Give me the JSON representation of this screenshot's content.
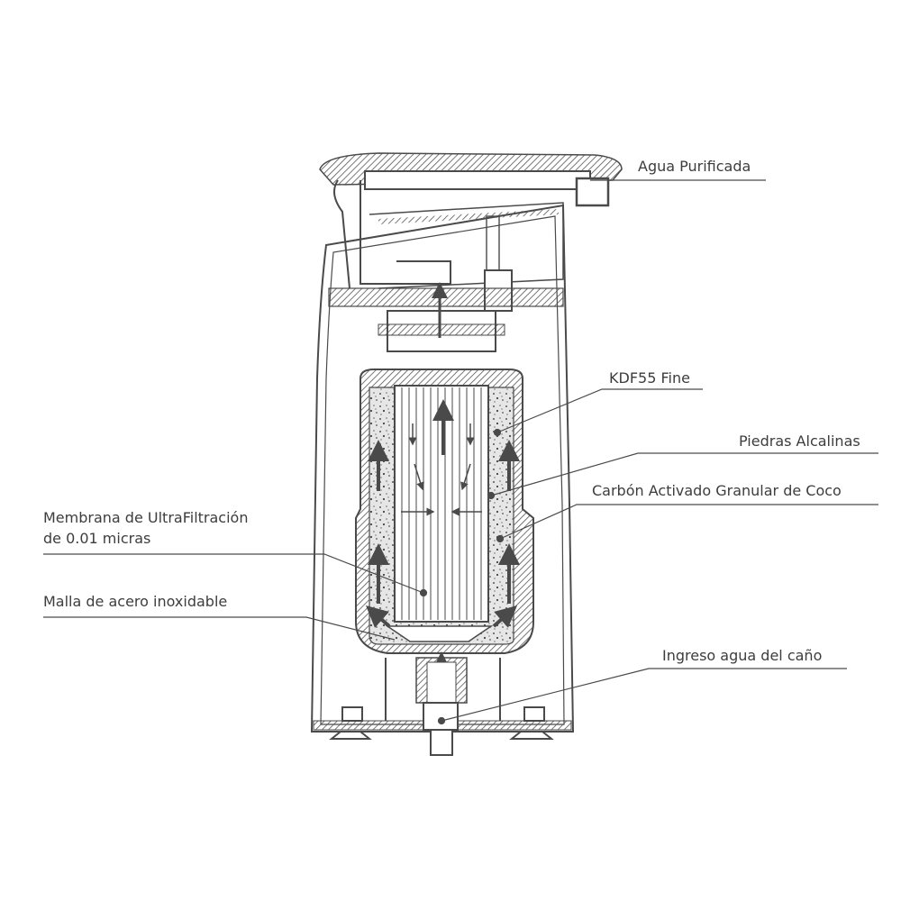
{
  "labels": {
    "agua_purificada": "Agua Purificada",
    "kdf55": "KDF55 Fine",
    "piedras": "Piedras Alcalinas",
    "carbon": "Carbón Activado Granular de Coco",
    "membrana_line1": "Membrana de UltraFiltración",
    "membrana_line2": "de 0.01 micras",
    "malla": "Malla de acero inoxidable",
    "ingreso": "Ingreso agua del caño"
  },
  "colors": {
    "ink": "#4a4a4a",
    "text": "#3d3d3d"
  }
}
